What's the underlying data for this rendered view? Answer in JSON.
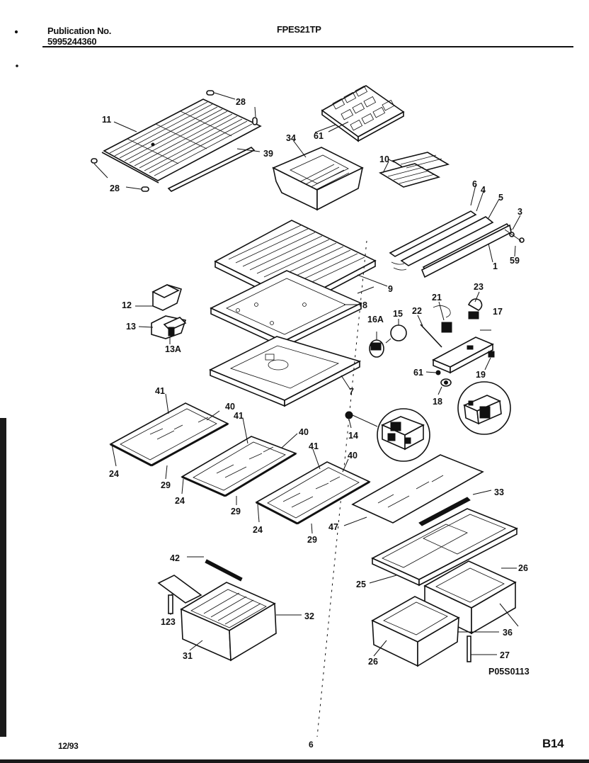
{
  "header": {
    "publication_label": "Publication No.",
    "publication_number": "5995244360",
    "model": "FPES21TP"
  },
  "footer": {
    "date": "12/93",
    "page_number": "6",
    "section": "B14"
  },
  "diagram_code": "P05S0113",
  "callouts": {
    "c11": "11",
    "c28a": "28",
    "c28b": "28",
    "c39": "39",
    "c61a": "61",
    "c34": "34",
    "c10": "10",
    "c6": "6",
    "c4": "4",
    "c5": "5",
    "c3": "3",
    "c1": "1",
    "c59": "59",
    "c9": "9",
    "c8": "8",
    "c12": "12",
    "c13": "13",
    "c13a": "13A",
    "c16a": "16A",
    "c15": "15",
    "c22": "22",
    "c21": "21",
    "c23": "23",
    "c17": "17",
    "c61b": "61",
    "c19": "19",
    "c18": "18",
    "c7": "7",
    "c14": "14",
    "c41a": "41",
    "c40a": "40",
    "c41b": "41",
    "c40b": "40",
    "c41c": "41",
    "c40c": "40",
    "c24a": "24",
    "c29a": "29",
    "c24b": "24",
    "c29b": "29",
    "c24c": "24",
    "c29c": "29",
    "c33": "33",
    "c47": "47",
    "c42": "42",
    "c32": "32",
    "c123": "123",
    "c31": "31",
    "c25": "25",
    "c26a": "26",
    "c26b": "26",
    "c36": "36",
    "c27": "27"
  }
}
